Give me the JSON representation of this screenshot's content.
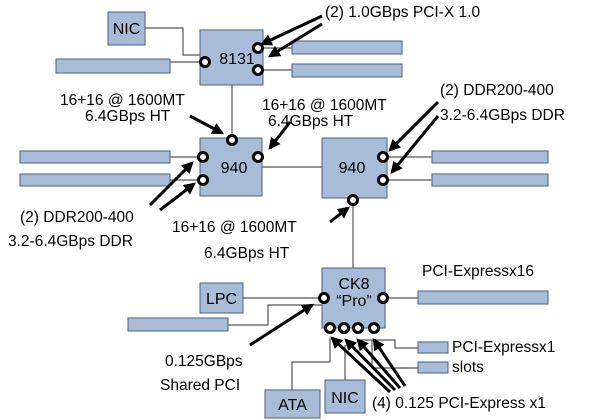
{
  "chips": {
    "nic_top": "NIC",
    "bridge": "8131",
    "cpu_left": "940",
    "cpu_right": "940",
    "chipset_line1": "CK8",
    "chipset_line2": "“Pro”",
    "lpc": "LPC",
    "ata": "ATA",
    "nic_bottom": "NIC"
  },
  "labels": {
    "pcix": "(2) 1.0GBps PCI-X 1.0",
    "ht_left_1": "16+16 @ 1600MT",
    "ht_left_2": "6.4GBps HT",
    "ht_mid_1": "16+16 @ 1600MT",
    "ht_mid_2": "6.4GBps HT",
    "ddr_right_1": "(2) DDR200-400",
    "ddr_right_2": "3.2-6.4GBps DDR",
    "ddr_left_1": "(2) DDR200-400",
    "ddr_left_2": "3.2-6.4GBps DDR",
    "ht_bottom_1": "16+16 @ 1600MT",
    "ht_bottom_2": "6.4GBps HT",
    "pcie16": "PCI-Expressx16",
    "pcie1_1": "PCI-Expressx1",
    "pcie1_2": "slots",
    "shared_pci_1": "0.125GBps",
    "shared_pci_2": "Shared PCI",
    "pcie_x1_lanes": "(4) 0.125 PCI-Express x1"
  }
}
